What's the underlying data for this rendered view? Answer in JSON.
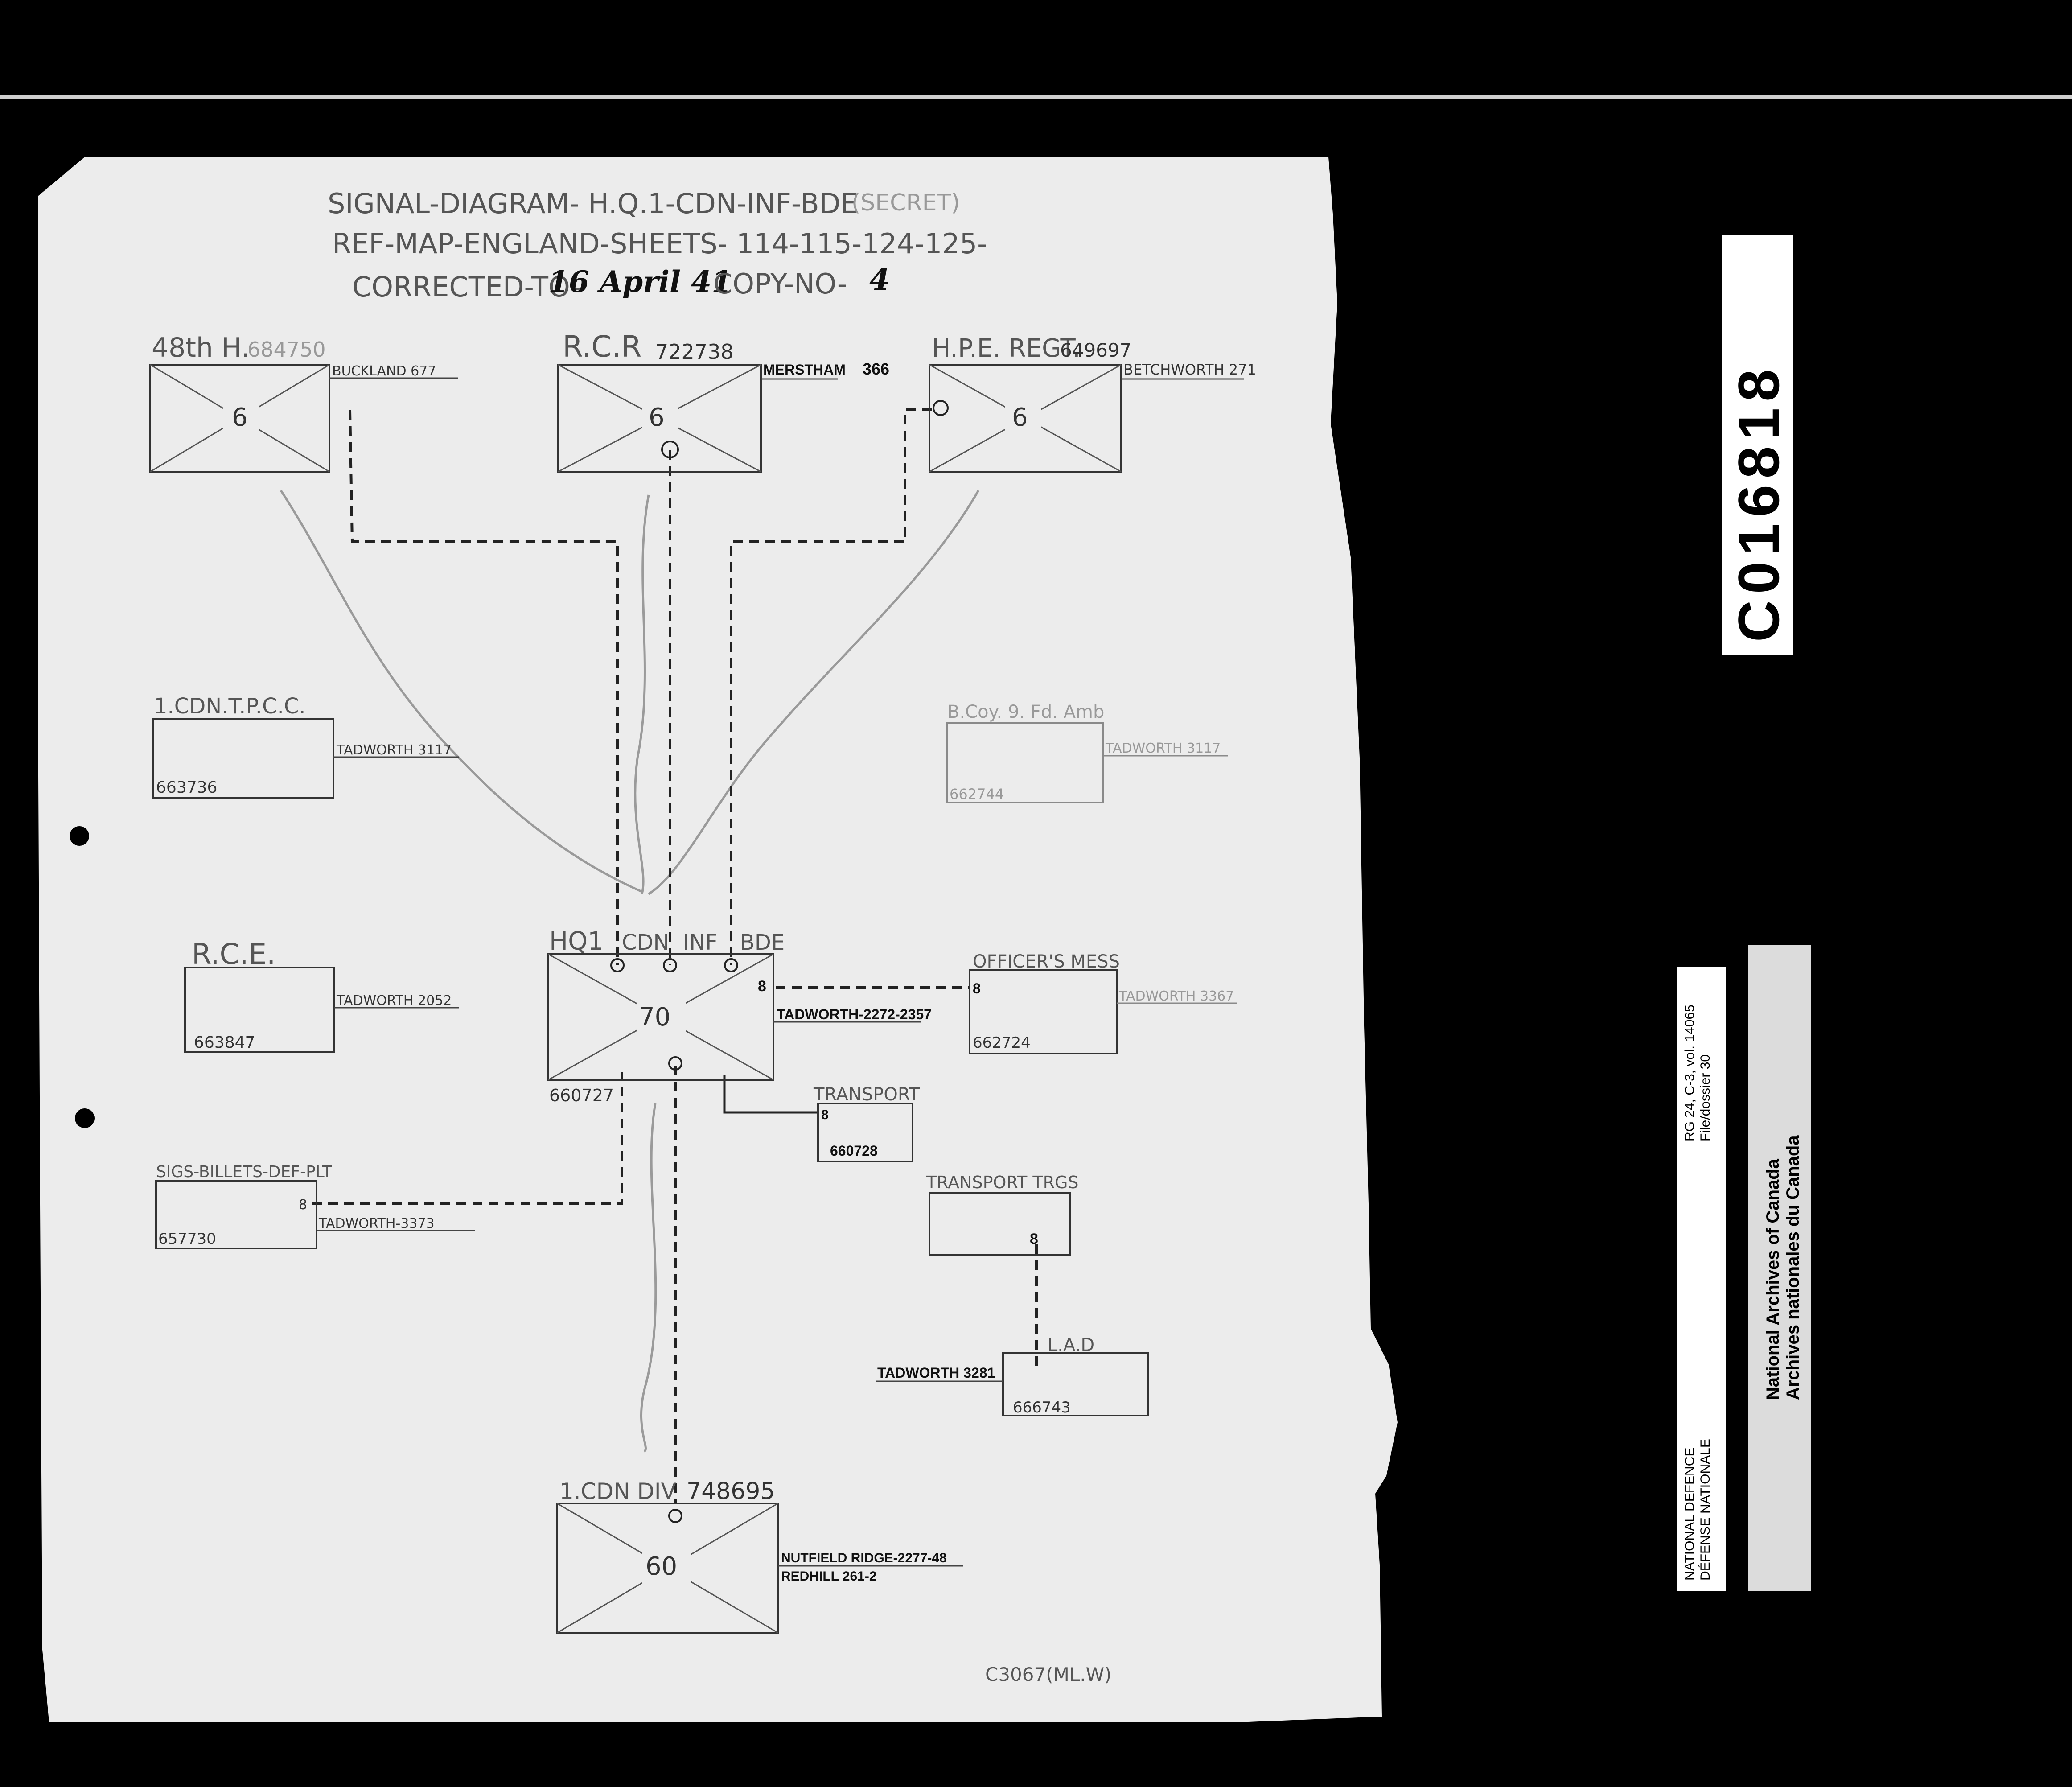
{
  "document": {
    "title_line1": "SIGNAL-DIAGRAM- H.Q.1-CDN-INF-BDE",
    "title_classification": "(SECRET)",
    "title_line2": "REF-MAP-ENGLAND-SHEETS- 114-115-124-125-",
    "title_line3_prefix": "CORRECTED-TO-",
    "title_line3_date": "16 April 41",
    "title_line3_copy_prefix": "COPY-NO-",
    "title_line3_copy_no": "4",
    "footer_ref": "C3067(ML.W)"
  },
  "units": {
    "h48": {
      "name": "48th H.",
      "ref": "684750",
      "phone": "BUCKLAND 677",
      "number": "6"
    },
    "rcr": {
      "name": "R.C.R",
      "ref": "722738",
      "phone": "MERSTHAM",
      "phone_extra": "366",
      "number": "6"
    },
    "hpe": {
      "name": "H.P.E. REGT.",
      "ref": "649697",
      "phone": "BETCHWORTH 271",
      "number": "6"
    },
    "tpcc": {
      "name": "1.CDN.T.P.C.C.",
      "ref": "663736",
      "phone": "TADWORTH 3117"
    },
    "bcoy": {
      "name": "B.Coy. 9. Fd. Amb",
      "ref": "662744",
      "phone": "TADWORTH 3117"
    },
    "hq": {
      "name_parts": [
        "HQ1",
        "CDN",
        "INF",
        "BDE"
      ],
      "ref": "660727",
      "phone": "TADWORTH-2272-2357",
      "number": "70",
      "port": "8"
    },
    "rce": {
      "name": "R.C.E.",
      "ref": "663847",
      "phone": "TADWORTH 2052"
    },
    "mess": {
      "name": "OFFICER'S MESS",
      "ref": "662724",
      "phone": "TADWORTH 3367",
      "port": "8"
    },
    "transport": {
      "name": "TRANSPORT",
      "ref": "660728",
      "port": "8"
    },
    "sigs": {
      "name": "SIGS-BILLETS-DEF-PLT",
      "ref": "657730",
      "phone": "TADWORTH-3373",
      "port": "8"
    },
    "transport2": {
      "name": "TRANSPORT TRGS",
      "port": "8"
    },
    "lad": {
      "name": "L.A.D",
      "ref": "666743",
      "phone": "TADWORTH 3281"
    },
    "div": {
      "name": "1.CDN DIV",
      "ref": "748695",
      "phone1": "NUTFIELD RIDGE-2277-48",
      "phone2": "REDHILL 261-2",
      "number": "60"
    }
  },
  "archive_stamp": {
    "frame_number": "C016818",
    "agency_en": "NATIONAL DEFENCE",
    "agency_fr": "DÉFENSE NATIONALE",
    "reference": "RG 24, C-3, vol. 14065",
    "file": "File/dossier 30",
    "archives_en": "National Archives of Canada",
    "archives_fr": "Archives nationales du Canada"
  }
}
